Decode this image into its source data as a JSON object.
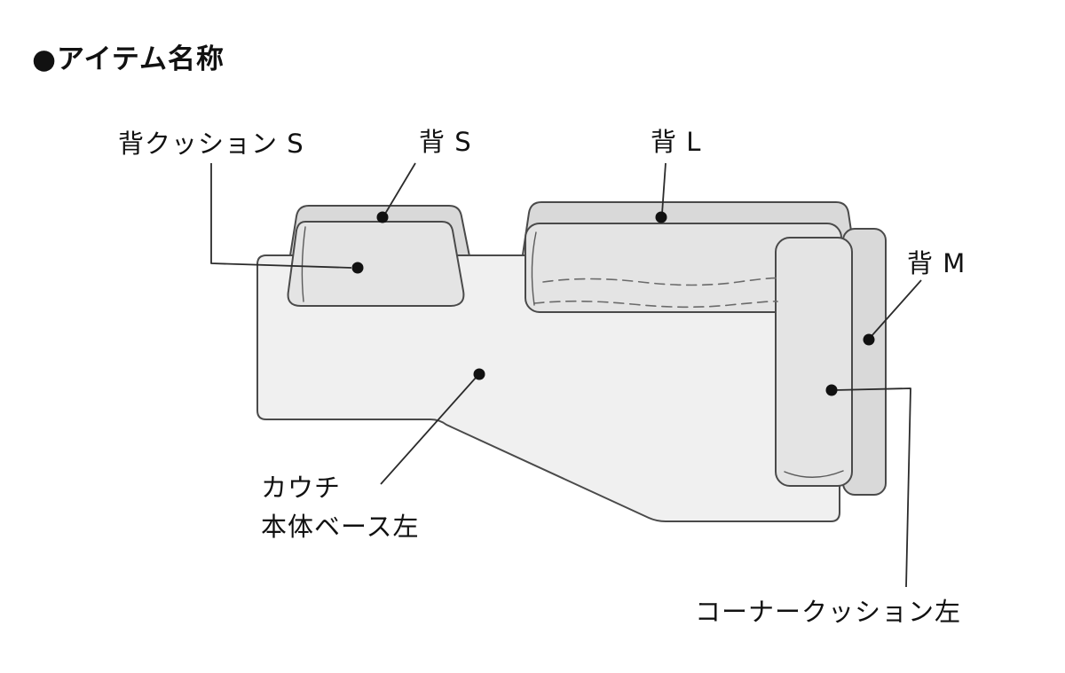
{
  "title": "●アイテム名称",
  "diagram": {
    "labels": {
      "back_cushion_s": "背クッション S",
      "back_s": "背 S",
      "back_l": "背 L",
      "back_m": "背 M",
      "couch_line1": "カウチ",
      "couch_line2": "本体ベース左",
      "corner_cushion_left": "コーナークッション左"
    }
  },
  "colors": {
    "outline": "#4a4a4a",
    "base_fill": "#f0f0f0",
    "cushion_fill": "#e4e4e4",
    "panel_fill": "#d9d9d9",
    "text": "#111111",
    "dot": "#111111"
  }
}
